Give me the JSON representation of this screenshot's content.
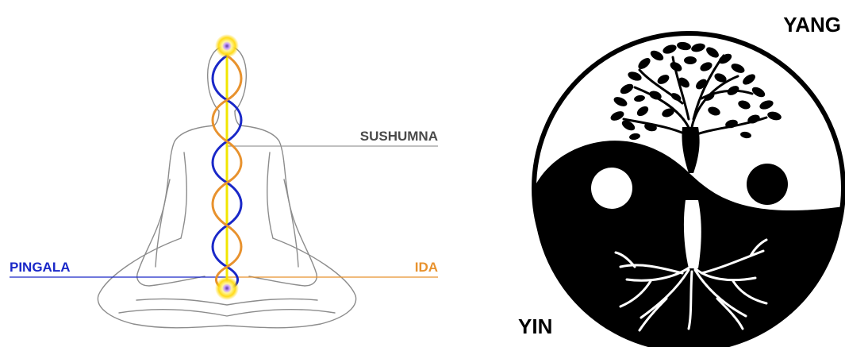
{
  "nadi_diagram": {
    "labels": {
      "sushumna": "SUSHUMNA",
      "pingala": "PINGALA",
      "ida": "IDA"
    },
    "colors": {
      "pingala": "#1a28c8",
      "ida": "#e8922e",
      "sushumna": "#f2e600",
      "outline": "#8c8c8c",
      "pointer_line": "#9a9a9a",
      "glow_core": "#6b3fa0",
      "glow": "#ffd700"
    }
  },
  "yin_yang": {
    "labels": {
      "yang": "YANG",
      "yin": "YIN"
    },
    "colors": {
      "black": "#000000",
      "white": "#ffffff"
    }
  }
}
